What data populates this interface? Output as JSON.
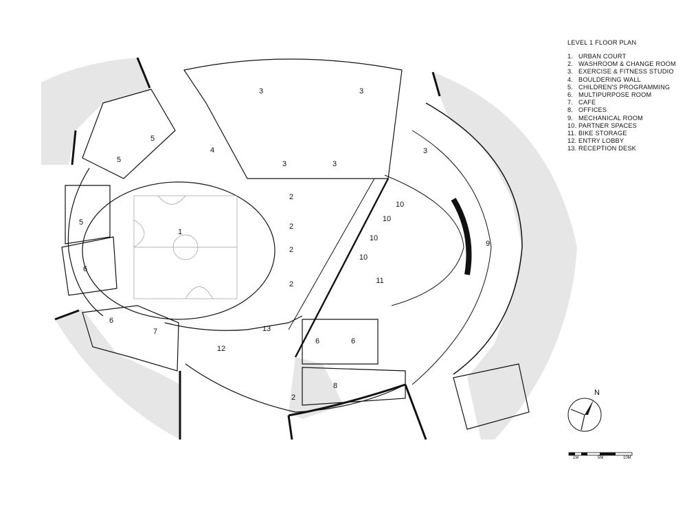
{
  "legend": {
    "title": "LEVEL 1 FLOOR PLAN",
    "items": [
      {
        "num": "1.",
        "label": "URBAN COURT"
      },
      {
        "num": "2.",
        "label": "WASHROOM & CHANGE ROOM"
      },
      {
        "num": "3.",
        "label": "EXERCISE & FITNESS STUDIO"
      },
      {
        "num": "4.",
        "label": "BOULDERING WALL"
      },
      {
        "num": "5.",
        "label": "CHILDREN'S PROGRAMMING"
      },
      {
        "num": "6.",
        "label": "MULTIPURPOSE ROOM"
      },
      {
        "num": "7.",
        "label": "CAFE"
      },
      {
        "num": "8.",
        "label": "OFFICES"
      },
      {
        "num": "9.",
        "label": "MECHANICAL ROOM"
      },
      {
        "num": "10.",
        "label": "PARTNER SPACES"
      },
      {
        "num": "11.",
        "label": "BIKE STORAGE"
      },
      {
        "num": "12.",
        "label": "ENTRY LOBBY"
      },
      {
        "num": "13.",
        "label": "RECEPTION DESK"
      }
    ]
  },
  "north_label": "N",
  "scale": {
    "s1": "1M",
    "s5": "5M",
    "s10": "10M"
  },
  "room_labels": {
    "r1": "1",
    "r2a": "2",
    "r2b": "2",
    "r2c": "2",
    "r2d": "2",
    "r2e": "2",
    "r3a": "3",
    "r3b": "3",
    "r3c": "3",
    "r3d": "3",
    "r3e": "3",
    "r4": "4",
    "r5a": "5",
    "r5b": "5",
    "r5c": "5",
    "r6a": "6",
    "r6b": "6",
    "r6c": "6",
    "r6d": "6",
    "r7": "7",
    "r8": "8",
    "r9": "9",
    "r10a": "10",
    "r10b": "10",
    "r10c": "10",
    "r10d": "10",
    "r11": "11",
    "r12": "12",
    "r13": "13"
  },
  "colors": {
    "fill_gray": "#e6e6e6",
    "wall": "#111111"
  }
}
